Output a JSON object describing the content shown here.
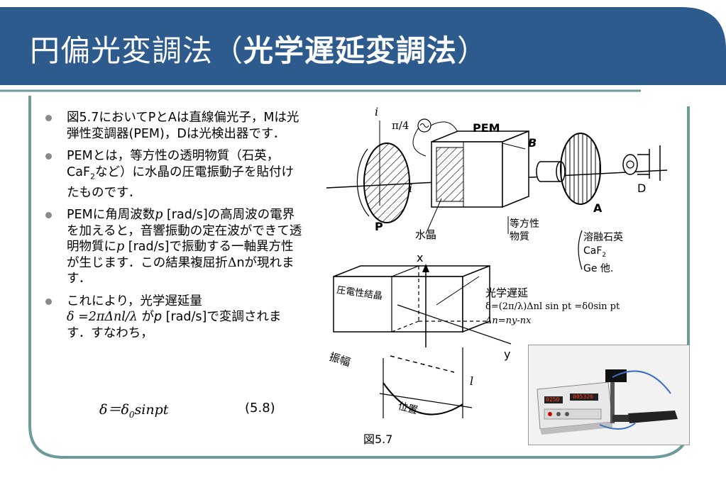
{
  "slide": {
    "title_part1": "円偏光変調法（",
    "title_part2": "光学遅延変調法",
    "title_part3": "）"
  },
  "bullets": {
    "b1": "図5.7においてPとAは直線偏光子，Mは光弾性変調器(PEM)，Dは光検出器です．",
    "b2_pre": "PEMとは，等方性の透明物質（石英，CaF",
    "b2_sub": "2",
    "b2_post": "など）に水晶の圧電振動子を貼付けたものです．",
    "b3_a": "PEMに角周波数",
    "b3_p1": "p",
    "b3_b": " [rad/s]の高周波の電界を加えると，音響振動の定在波ができて透明物質に",
    "b3_p2": "p",
    "b3_c": " [rad/s]で振動する一軸異方性が生じます．この結果複屈折",
    "b3_delta": "Δ",
    "b3_d": "nが現れます．",
    "b4_a": "これにより，光学遅延量",
    "b4_formula": "δ =2πΔnl/λ",
    "b4_b": " が",
    "b4_p": "p",
    "b4_c": " [rad/s]で変調されます．すなわち，"
  },
  "equation": {
    "text": "δ＝δ0sinpt",
    "delta": "δ＝δ",
    "sub": "0",
    "rest": "sinpt",
    "number": "(5.8)"
  },
  "diagram": {
    "label_i_top": "i",
    "label_pi4": "π/4",
    "label_pem": "PEM",
    "label_b": "B",
    "label_d": "D",
    "label_a": "A",
    "label_p": "P",
    "label_i_mid": "i",
    "label_crystal": "水晶",
    "label_isotropic_1": "等方性",
    "label_isotropic_2": "物質",
    "label_fused_1": "溶融石英",
    "label_fused_2_pre": "CaF",
    "label_fused_2_sub": "2",
    "label_fused_3": "Ge 他.",
    "label_x": "x",
    "label_piezo": "圧電性結晶",
    "label_retard": "光学遅延",
    "label_formula1": "δ=(2π/λ)Δnl sin pt =δ0sin pt",
    "label_formula2": "Δn=ny-nx",
    "label_y": "y",
    "label_amp": "振幅",
    "label_l": "l",
    "label_pos": "位置",
    "caption": "図5.7"
  },
  "photo": {
    "display_left": "0250",
    "display_right": "005326"
  },
  "colors": {
    "banner": "#2e5b8e",
    "frame": "#6e9a9c",
    "bullet": "#8a8a8a"
  }
}
